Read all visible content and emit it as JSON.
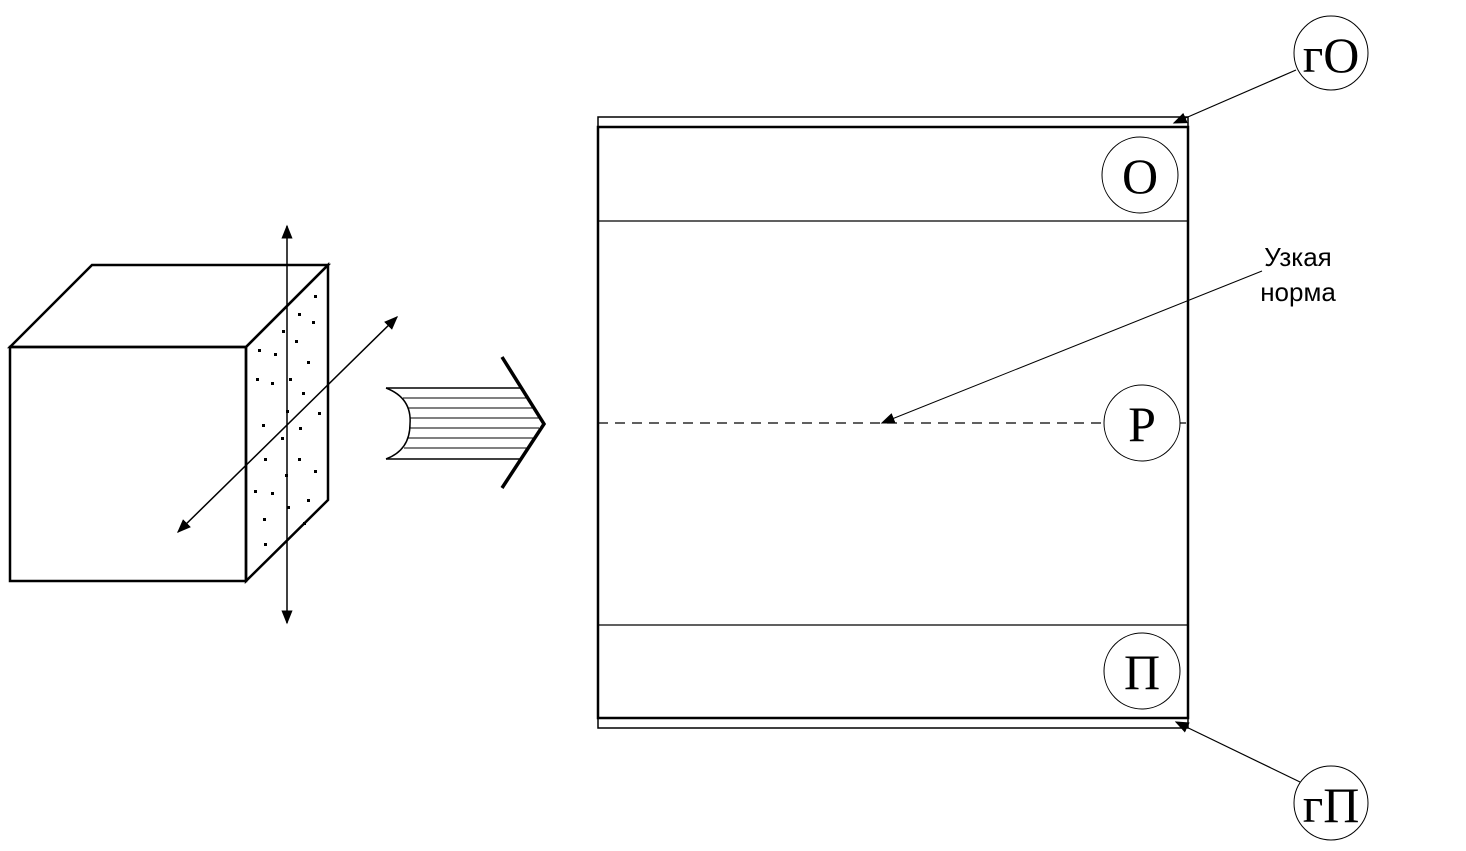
{
  "labels": {
    "outer_top": "гО",
    "inner_top": "О",
    "center": "Р",
    "inner_bottom": "П",
    "outer_bottom": "гП"
  },
  "annotation": {
    "line1": "Узкая",
    "line2": "норма"
  },
  "colors": {
    "stroke": "#000000",
    "background": "#ffffff"
  },
  "icons": {
    "cube": "cube-with-cut-plane",
    "arrow": "block-arrow-right"
  }
}
